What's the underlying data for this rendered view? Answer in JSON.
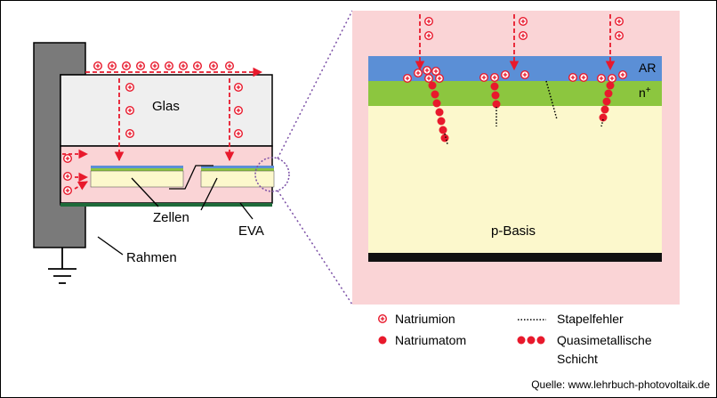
{
  "left_labels": {
    "glass": "Glas",
    "cells": "Zellen",
    "eva": "EVA",
    "frame": "Rahmen"
  },
  "right_labels": {
    "ar": "AR",
    "n_layer": "n",
    "n_layer_sup": "+",
    "base": "p-Basis"
  },
  "legend": {
    "sodium_ion": "Natriumion",
    "sodium_atom": "Natriumatom",
    "stacking_fault": "Stapelfehler",
    "quasi_metal_line1": "Quasimetallische",
    "quasi_metal_line2": "Schicht"
  },
  "source": "Quelle: www.lehrbuch-photovoltaik.de",
  "colors": {
    "ion_red": "#e8192c",
    "arrow_red": "#e8192c",
    "frame_gray": "#7a7a7a",
    "glass_gray": "#efefef",
    "eva_pink": "#fad4d6",
    "ar_blue": "#5b8fd6",
    "n_green": "#8cc63f",
    "base_yellow": "#fcf8cc",
    "zoom_purple": "#7b4fa6"
  }
}
